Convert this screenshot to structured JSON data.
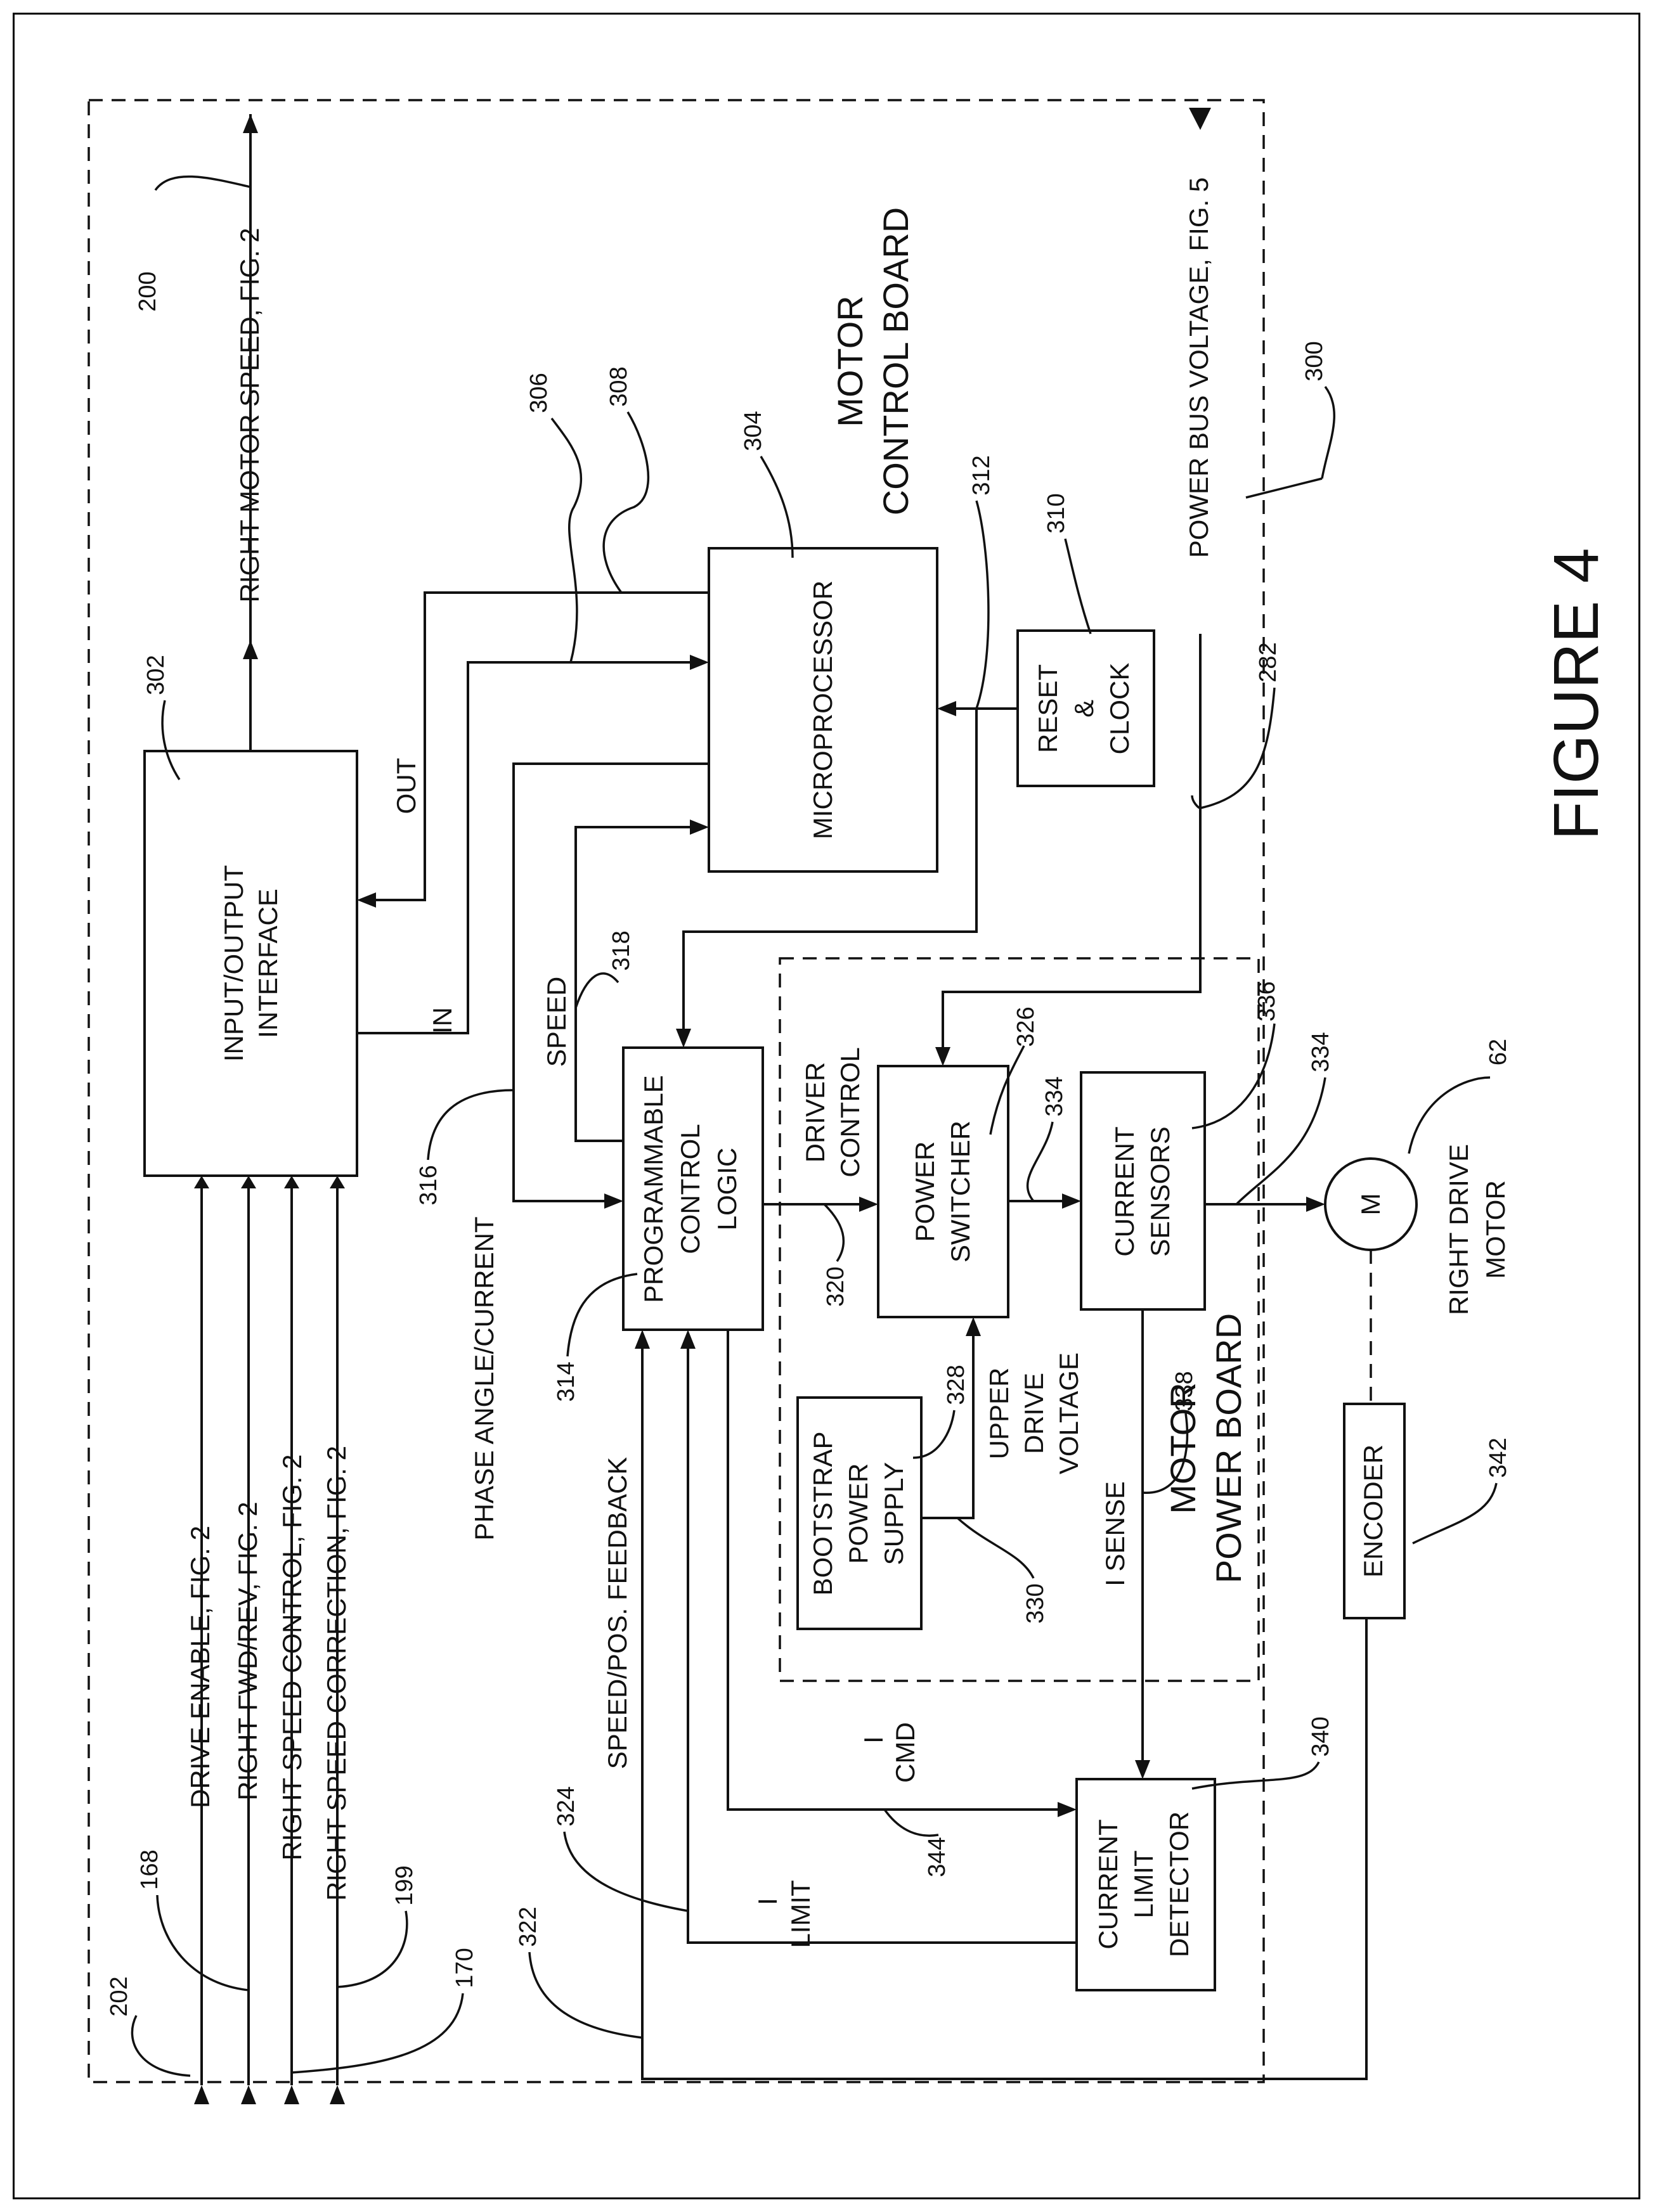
{
  "figure": {
    "title": "FIGURE 4"
  },
  "boards": {
    "control": {
      "line1": "MOTOR",
      "line2": "CONTROL BOARD"
    },
    "power": {
      "line1": "MOTOR",
      "line2": "POWER BOARD"
    }
  },
  "blocks": {
    "io_interface": [
      "INPUT/OUTPUT",
      "INTERFACE"
    ],
    "microprocessor": [
      "MICROPROCESSOR"
    ],
    "reset_clock": [
      "RESET",
      "&",
      "CLOCK"
    ],
    "programmable_logic": [
      "PROGRAMMABLE",
      "CONTROL",
      "LOGIC"
    ],
    "power_switcher": [
      "POWER",
      "SWITCHER"
    ],
    "current_sensors": [
      "CURRENT",
      "SENSORS"
    ],
    "bootstrap": [
      "BOOTSTRAP",
      "POWER",
      "SUPPLY"
    ],
    "current_limit": [
      "CURRENT",
      "LIMIT",
      "DETECTOR"
    ],
    "encoder": [
      "ENCODER"
    ],
    "motor": "M",
    "motor_label": [
      "RIGHT DRIVE",
      "MOTOR"
    ]
  },
  "signals": {
    "drive_enable": "DRIVE ENABLE, FIG. 2",
    "fwd_rev": "RIGHT FWD/REV, FIG. 2",
    "speed_control": "RIGHT SPEED CONTROL, FIG. 2",
    "speed_correction": "RIGHT SPEED CORRECTION, FIG. 2",
    "right_motor_speed": "RIGHT MOTOR SPEED, FIG. 2",
    "power_bus": "POWER BUS VOLTAGE, FIG. 5",
    "out": "OUT",
    "in": "IN",
    "speed": "SPEED",
    "phase_angle": "PHASE ANGLE/CURRENT",
    "speed_pos_feedback": "SPEED/POS. FEEDBACK",
    "driver_control": [
      "DRIVER",
      "CONTROL"
    ],
    "upper_drive_voltage": [
      "UPPER",
      "DRIVE",
      "VOLTAGE"
    ],
    "i_sense": "I SENSE",
    "i_cmd": [
      "I",
      "CMD"
    ],
    "i_limit": [
      "I",
      "LIMIT"
    ]
  },
  "refs": {
    "r200": "200",
    "r300": "300",
    "r302": "302",
    "r304": "304",
    "r306": "306",
    "r308": "308",
    "r310": "310",
    "r312": "312",
    "r282": "282",
    "r336": "336",
    "r334a": "334",
    "r334b": "334",
    "r326": "326",
    "r62": "62",
    "r318": "318",
    "r316": "316",
    "r314": "314",
    "r320": "320",
    "r328": "328",
    "r330": "330",
    "r338": "338",
    "r342": "342",
    "r340": "340",
    "r344": "344",
    "r324": "324",
    "r322": "322",
    "r202": "202",
    "r168": "168",
    "r199": "199",
    "r170": "170"
  }
}
